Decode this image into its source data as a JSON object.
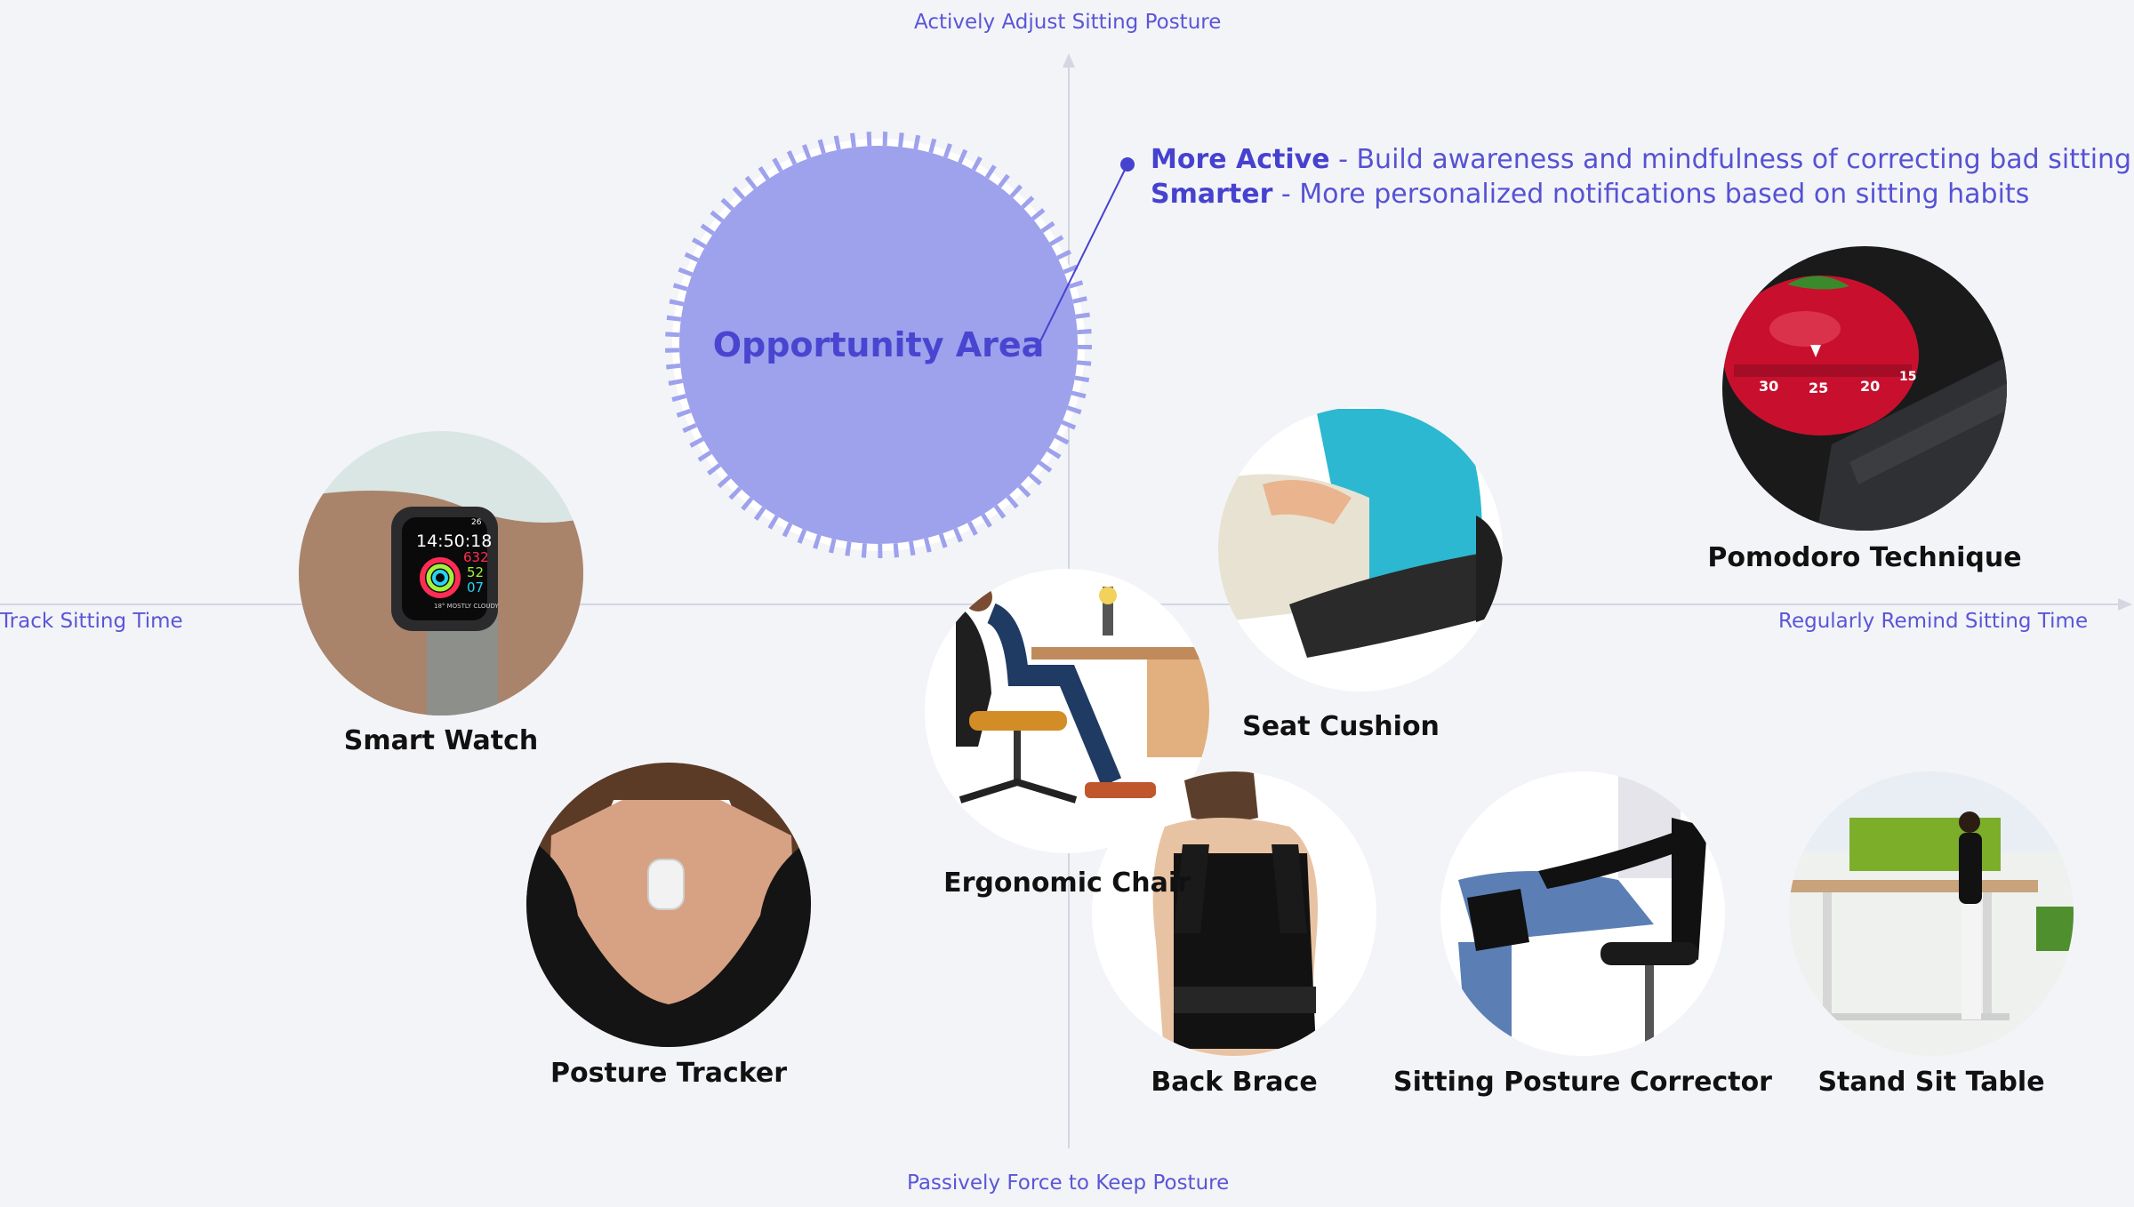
{
  "axes": {
    "top": "Actively Adjust Sitting Posture",
    "bottom": "Passively Force to Keep Posture",
    "left": "Track Sitting Time",
    "right": "Regularly Remind Sitting Time"
  },
  "opportunity": {
    "label": "Opportunity Area",
    "color": "#9ea1ec"
  },
  "callout": {
    "line1_keyword": "More Active",
    "line1_text": " - Build awareness and mindfulness of correcting bad sitting",
    "line2_keyword": "Smarter",
    "line2_text": " - More personalized notifications based on sitting habits"
  },
  "items": {
    "smart_watch": "Smart Watch",
    "posture_tracker": "Posture Tracker",
    "ergonomic_chair": "Ergonomic Chair",
    "seat_cushion": "Seat Cushion",
    "pomodoro": "Pomodoro Technique",
    "back_brace": "Back Brace",
    "sitting_corrector": "Sitting Posture Corrector",
    "stand_sit_table": "Stand Sit Table"
  },
  "watch_face": {
    "time": "14:50:18",
    "move": "632",
    "exercise": "52",
    "stand": "07",
    "weather": "18° MOSTLY CLOUDY",
    "date": "26"
  },
  "timer_marks": [
    "30",
    "25",
    "20",
    "15"
  ],
  "colors": {
    "accent": "#5a56d6",
    "axis": "#d4d6e2",
    "background": "#f3f4f8"
  }
}
